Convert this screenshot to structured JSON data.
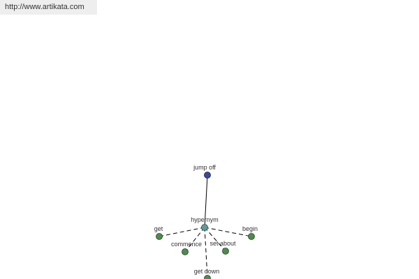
{
  "site_link": {
    "text": "http://www.artikata.com"
  },
  "colors": {
    "root_node": "#3b4a96",
    "relation_node": "#5c9e98",
    "leaf_node": "#4f8a4f",
    "edge": "#000000",
    "url_bar_bg": "#eeeeee"
  },
  "graph": {
    "root": {
      "label": "jump off"
    },
    "relation": {
      "label": "hypernym"
    },
    "leaves": [
      {
        "label": "get"
      },
      {
        "label": "begin"
      },
      {
        "label": "commence"
      },
      {
        "label": "set about"
      },
      {
        "label": "get down"
      }
    ]
  }
}
